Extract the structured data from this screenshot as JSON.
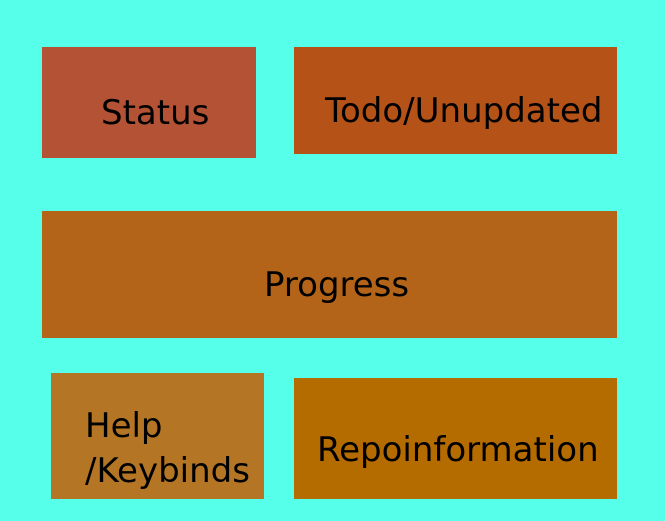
{
  "background_color": "#55ffe9",
  "panels": {
    "status": {
      "label": "Status",
      "color": "#b45235"
    },
    "todo": {
      "label": "Todo/Unupdated",
      "color": "#b45217"
    },
    "progress": {
      "label": "Progress",
      "color": "#b46418"
    },
    "help": {
      "label_line1": "Help",
      "label_line2": "/Keybinds",
      "color": "#b47624"
    },
    "repo": {
      "label": "Repoinformation",
      "color": "#b46b00"
    }
  }
}
